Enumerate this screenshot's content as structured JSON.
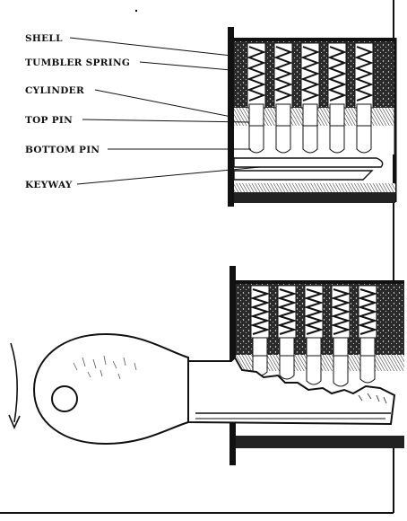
{
  "labels": {
    "shell": "SHELL",
    "tumbler_spring": "TUMBLER SPRING",
    "cylinder": "CYLINDER",
    "top_pin": "TOP PIN",
    "bottom_pin": "BOTTOM PIN",
    "keyway": "KEYWAY"
  },
  "colors": {
    "ink": "#111111",
    "paper": "#ffffff"
  },
  "figures": [
    {
      "name": "lock-without-key",
      "pins": 5,
      "key_inserted": false
    },
    {
      "name": "lock-with-key",
      "pins": 5,
      "key_inserted": true
    }
  ],
  "icons": [
    "rotation-arrow-icon"
  ]
}
